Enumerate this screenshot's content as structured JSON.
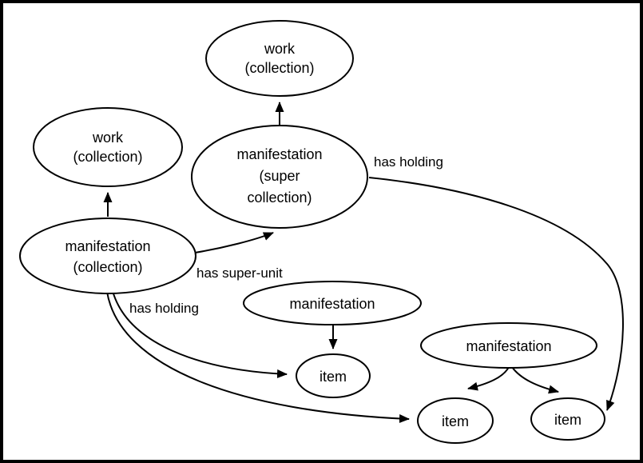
{
  "colors": {
    "background": "#ffffff",
    "border": "#000000",
    "node_fill": "#ffffff",
    "node_stroke": "#000000",
    "text": "#000000"
  },
  "nodes": {
    "work_collection_top": {
      "lines": [
        "work",
        "(collection)"
      ]
    },
    "work_collection_left": {
      "lines": [
        "work",
        "(collection)"
      ]
    },
    "manifestation_super_collection": {
      "lines": [
        "manifestation",
        "(super",
        "collection)"
      ]
    },
    "manifestation_collection": {
      "lines": [
        "manifestation",
        "(collection)"
      ]
    },
    "manifestation_middle": {
      "lines": [
        "manifestation"
      ]
    },
    "manifestation_right": {
      "lines": [
        "manifestation"
      ]
    },
    "item_middle": {
      "lines": [
        "item"
      ]
    },
    "item_bottom_left": {
      "lines": [
        "item"
      ]
    },
    "item_bottom_right": {
      "lines": [
        "item"
      ]
    }
  },
  "edges": {
    "has_super_unit": {
      "label": "has super-unit"
    },
    "has_holding_super_collection": {
      "label": "has holding"
    },
    "has_holding_collection": {
      "label": "has holding"
    }
  }
}
